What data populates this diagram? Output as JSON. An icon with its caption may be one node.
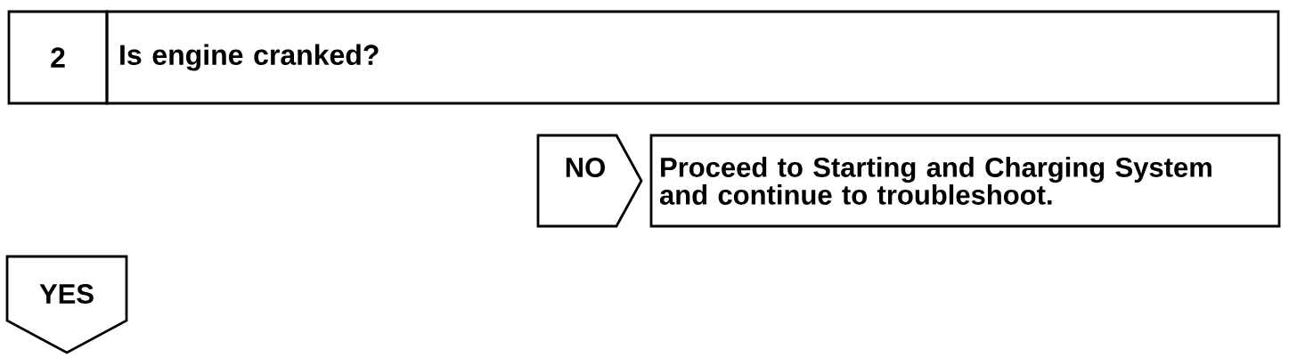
{
  "diagram": {
    "nodes": [
      {
        "text": [
          "2"
        ]
      },
      {
        "text": [
          "Is engine cranked?"
        ]
      },
      {
        "text": [
          "Proceed to Starting and Charging System and continue to troubleshoot."
        ]
      },
      {
        "text": [
          "YES"
        ]
      }
    ],
    "edges": [
      {
        "from": 1,
        "to": 2,
        "arrow": "to",
        "label": "NO"
      }
    ]
  }
}
